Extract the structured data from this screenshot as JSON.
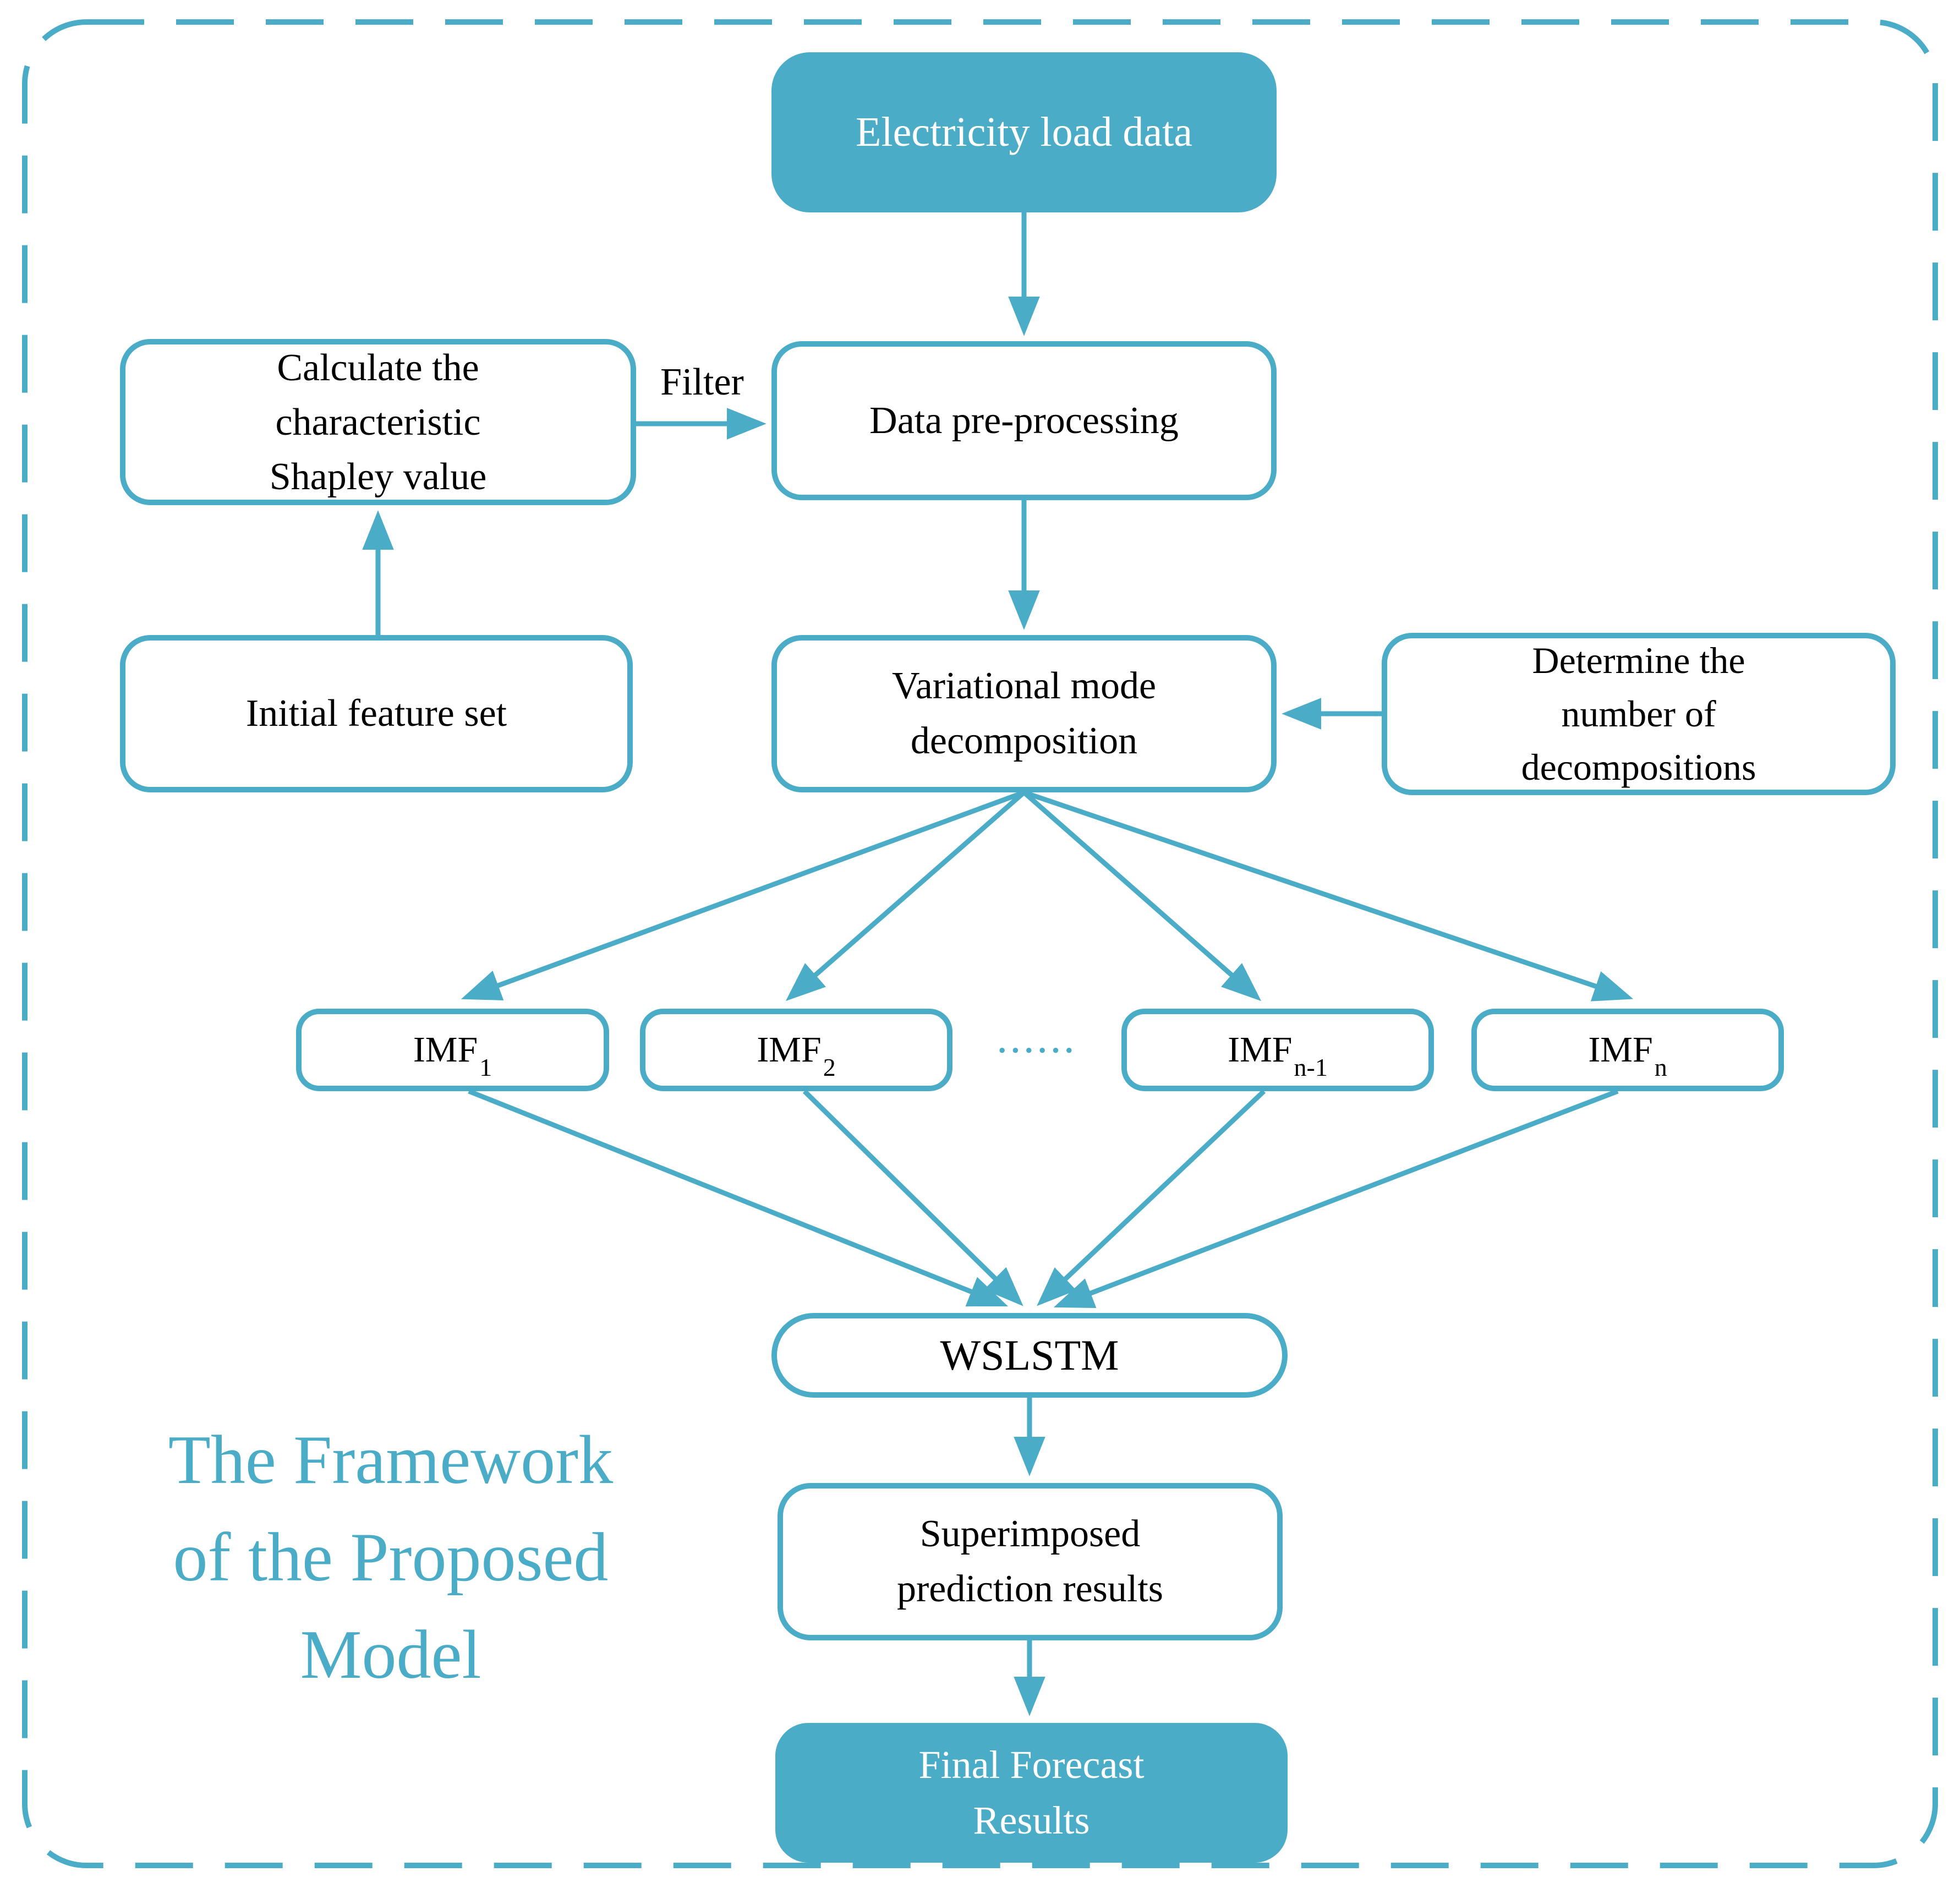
{
  "page": {
    "background": "#ffffff",
    "accent_color": "#4aacc6",
    "caption_lines": [
      "The Framework",
      "of the Proposed",
      "Model"
    ]
  },
  "nodes": {
    "electricity_load_data": {
      "label": "Electricity load data"
    },
    "calculate_shapley": {
      "lines": [
        "Calculate the",
        "characteristic",
        "Shapley value"
      ]
    },
    "data_preprocessing": {
      "label": "Data pre-processing"
    },
    "initial_feature_set": {
      "label": "Initial feature set"
    },
    "variational_mode_decomposition": {
      "lines": [
        "Variational mode",
        "decomposition"
      ]
    },
    "determine_decompositions": {
      "lines": [
        "Determine the",
        "number of",
        "decompositions"
      ]
    },
    "imf_1": {
      "base": "IMF",
      "sub": "1"
    },
    "imf_2": {
      "base": "IMF",
      "sub": "2"
    },
    "imf_n_minus_1": {
      "base": "IMF",
      "sub": "n-1"
    },
    "imf_n": {
      "base": "IMF",
      "sub": "n"
    },
    "wslstm": {
      "label": "WSLSTM"
    },
    "superimposed_prediction": {
      "lines": [
        "Superimposed",
        "prediction results"
      ]
    },
    "final_forecast": {
      "lines": [
        "Final Forecast",
        "Results"
      ]
    }
  },
  "edge_labels": {
    "filter": "Filter"
  },
  "decorations": {
    "ellipsis": "······"
  }
}
